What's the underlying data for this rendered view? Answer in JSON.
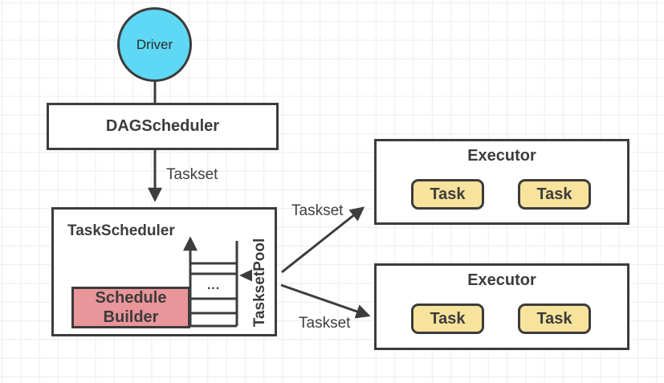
{
  "diagram": {
    "driver": {
      "label": "Driver"
    },
    "dag_scheduler": {
      "label": "DAGScheduler"
    },
    "task_scheduler": {
      "label": "TaskScheduler"
    },
    "schedule_builder": {
      "label": "Schedule Builder"
    },
    "taskset_pool": {
      "label": "TasksetPool",
      "queue_ellipsis": "..."
    },
    "edge_labels": {
      "dag_to_taskscheduler": "Taskset",
      "to_executor_1": "Taskset",
      "to_executor_2": "Taskset"
    },
    "executors": [
      {
        "label": "Executor",
        "tasks": [
          {
            "label": "Task"
          },
          {
            "label": "Task"
          }
        ]
      },
      {
        "label": "Executor",
        "tasks": [
          {
            "label": "Task"
          },
          {
            "label": "Task"
          }
        ]
      }
    ],
    "colors": {
      "stroke": "#3c3c3c",
      "driver_fill": "#5ed8f4",
      "schedule_builder_fill": "#e9959a",
      "task_fill": "#f8e39c",
      "canvas_bg": "#ffffff",
      "grid_line": "#ececec",
      "text": "#3c3c3c"
    }
  }
}
